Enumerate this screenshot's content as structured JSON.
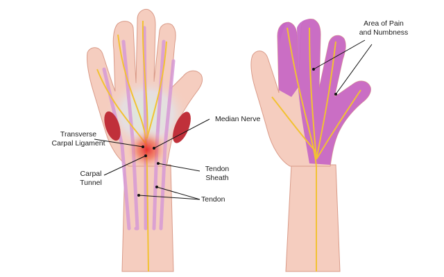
{
  "labels": {
    "median_nerve": "Median Nerve",
    "transverse_l1": "Transverse",
    "transverse_l2": "Carpal Ligament",
    "carpal_l1": "Carpal",
    "carpal_l2": "Tunnel",
    "tendon_sheath_l1": "Tendon",
    "tendon_sheath_l2": "Sheath",
    "tendon": "Tendon",
    "pain_l1": "Area of Pain",
    "pain_l2": "and Numbness"
  },
  "colors": {
    "skin": "#f5cdbf",
    "skin_shadow": "#e9b3a2",
    "skin_outline": "#d99a88",
    "nerve": "#f2c232",
    "tendon": "#d79ad6",
    "numb_area": "#c666c4",
    "inflamed": "#e8292e",
    "muscle": "#c0303a",
    "leader": "#111111"
  },
  "icons": [
    "left-hand-anatomy-illustration",
    "right-hand-numbness-illustration"
  ]
}
